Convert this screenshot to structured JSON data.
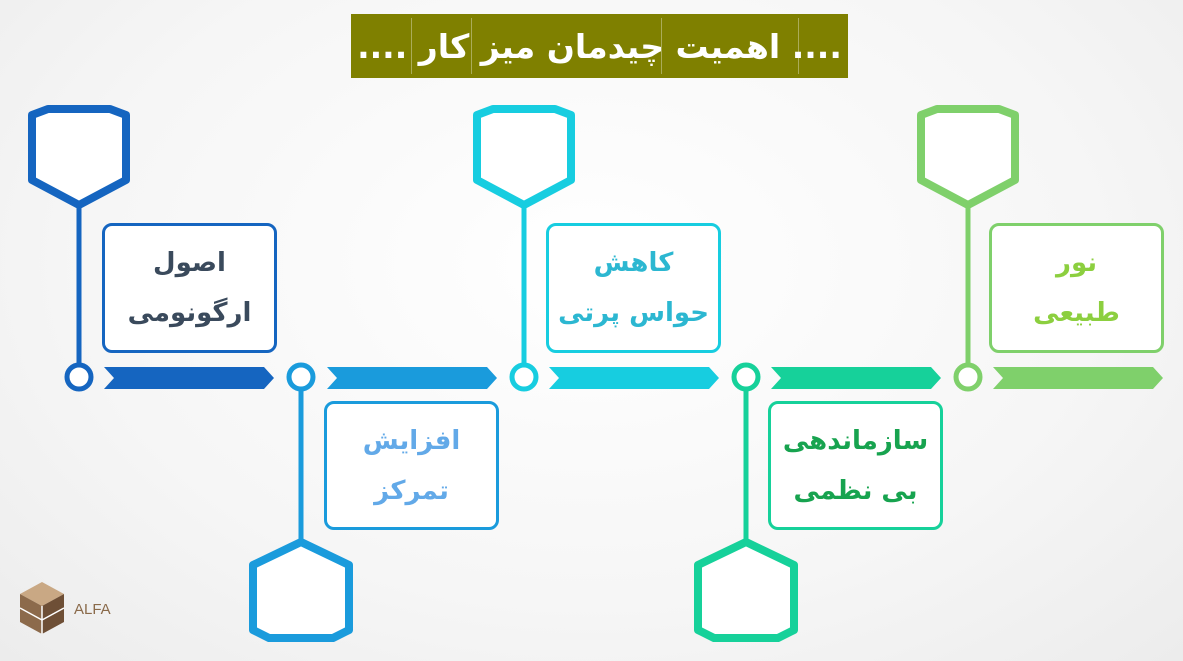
{
  "title": ".... اهمیت چیدمان میز کار ....",
  "colors": {
    "title_bg": "#7f8000",
    "step1": "#1565c0",
    "step2": "#1a9bdc",
    "step3": "#17cde0",
    "step4": "#16d19a",
    "step5": "#7fd06b"
  },
  "steps": [
    {
      "line1": "اصول",
      "line2": "ارگونومی",
      "text_color": "#3a4a5c"
    },
    {
      "line1": "افزایش",
      "line2": "تمرکز",
      "text_color": "#62a9e8"
    },
    {
      "line1": "کاهش",
      "line2": "حواس پرتی",
      "text_color": "#2cb7d1"
    },
    {
      "line1": "سازماندهی",
      "line2": "بی نظمی",
      "text_color": "#17a34f"
    },
    {
      "line1": "نور",
      "line2": "طبیعی",
      "text_color": "#8ccf3f"
    }
  ],
  "logo": {
    "text": "ALFA"
  }
}
